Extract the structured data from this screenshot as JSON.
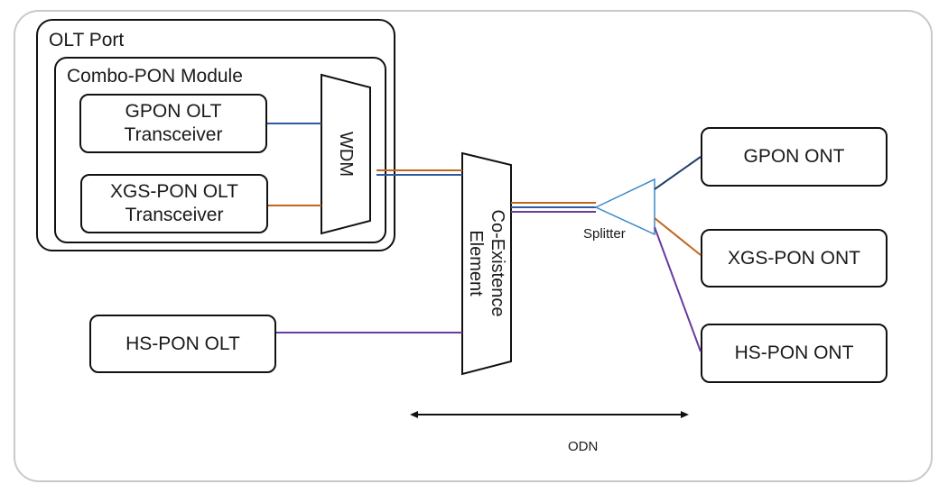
{
  "olt_port": {
    "title": "OLT Port"
  },
  "combo_module": {
    "title": "Combo-PON Module"
  },
  "gpon_olt": {
    "line1": "GPON OLT",
    "line2": "Transceiver"
  },
  "xgs_olt": {
    "line1": "XGS-PON OLT",
    "line2": "Transceiver"
  },
  "wdm": {
    "label": "WDM"
  },
  "coexistence": {
    "line1": "Co-Existence",
    "line2": "Element"
  },
  "hs_olt": {
    "label": "HS-PON OLT"
  },
  "splitter": {
    "label": "Splitter"
  },
  "onts": [
    {
      "label": "GPON ONT"
    },
    {
      "label": "XGS-PON ONT"
    },
    {
      "label": "HS-PON ONT"
    }
  ],
  "odn": {
    "label": "ODN"
  },
  "colors": {
    "gpon": "#2e5aa0",
    "xgs": "#c0661e",
    "hs": "#6a3a9c",
    "splitter": "#3b88c7",
    "outline": "#111111"
  }
}
